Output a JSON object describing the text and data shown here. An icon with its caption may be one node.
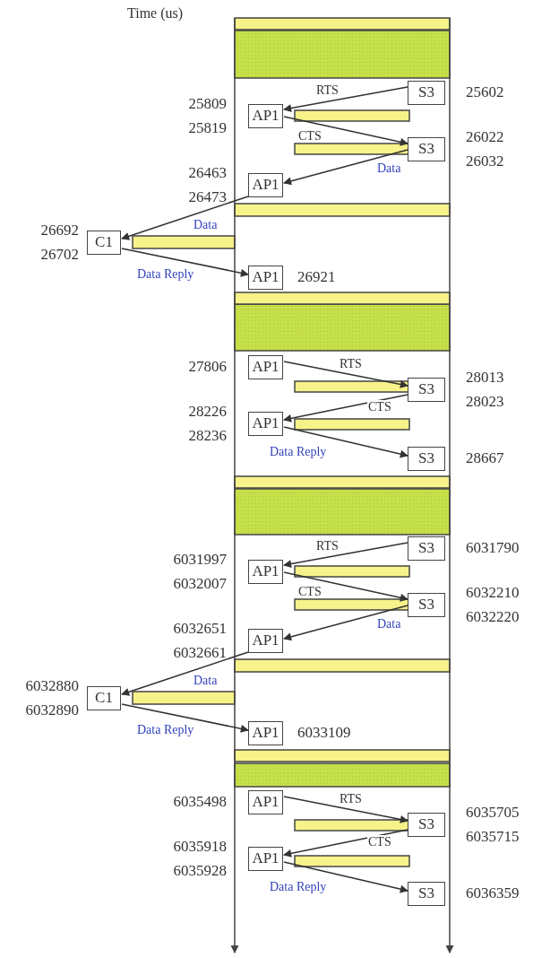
{
  "diagram": {
    "nodes": [
      {
        "text": [
          "S3"
        ],
        "beside": [
          "25602"
        ]
      },
      {
        "text": [
          "AP1"
        ],
        "beside": [
          "25809",
          "25819"
        ]
      },
      {
        "text": [
          "S3"
        ],
        "beside": [
          "26022",
          "26032"
        ]
      },
      {
        "text": [
          "AP1"
        ],
        "beside": [
          "26463",
          "26473"
        ]
      },
      {
        "text": [
          "C1"
        ],
        "beside": [
          "26692",
          "26702"
        ]
      },
      {
        "text": [
          "AP1"
        ],
        "beside": [
          "26921"
        ]
      },
      {
        "text": [
          "AP1"
        ],
        "beside": [
          "27806"
        ]
      },
      {
        "text": [
          "S3"
        ],
        "beside": [
          "28013",
          "28023"
        ]
      },
      {
        "text": [
          "AP1"
        ],
        "beside": [
          "28226",
          "28236"
        ]
      },
      {
        "text": [
          "S3"
        ],
        "beside": [
          "28667"
        ]
      },
      {
        "text": [
          "S3"
        ],
        "beside": [
          "6031790"
        ]
      },
      {
        "text": [
          "AP1"
        ],
        "beside": [
          "6031997",
          "6032007"
        ]
      },
      {
        "text": [
          "S3"
        ],
        "beside": [
          "6032210",
          "6032220"
        ]
      },
      {
        "text": [
          "AP1"
        ],
        "beside": [
          "6032651",
          "6032661"
        ]
      },
      {
        "text": [
          "C1"
        ],
        "beside": [
          "6032880",
          "6032890"
        ]
      },
      {
        "text": [
          "AP1"
        ],
        "beside": [
          "6033109"
        ]
      },
      {
        "text": [
          "AP1"
        ],
        "beside": [
          "6035498"
        ]
      },
      {
        "text": [
          "S3"
        ],
        "beside": [
          "6035705",
          "6035715"
        ]
      },
      {
        "text": [
          "AP1"
        ],
        "beside": [
          "6035918",
          "6035928"
        ]
      },
      {
        "text": [
          "S3"
        ],
        "beside": [
          "6036359"
        ]
      }
    ],
    "edges": [
      {
        "from": 0,
        "to": 1,
        "arrow": "to",
        "label": "RTS"
      },
      {
        "from": 1,
        "to": 2,
        "arrow": "to",
        "label": "CTS"
      },
      {
        "from": 2,
        "to": 3,
        "arrow": "to",
        "label": "Data"
      },
      {
        "from": 3,
        "to": 4,
        "arrow": "to",
        "label": "Data"
      },
      {
        "from": 4,
        "to": 5,
        "arrow": "to",
        "label": "Data Reply"
      },
      {
        "from": 6,
        "to": 7,
        "arrow": "to",
        "label": "RTS"
      },
      {
        "from": 7,
        "to": 8,
        "arrow": "to",
        "label": "CTS"
      },
      {
        "from": 8,
        "to": 9,
        "arrow": "to",
        "label": "Data Reply"
      },
      {
        "from": 10,
        "to": 11,
        "arrow": "to",
        "label": "RTS"
      },
      {
        "from": 11,
        "to": 12,
        "arrow": "to",
        "label": "CTS"
      },
      {
        "from": 12,
        "to": 13,
        "arrow": "to",
        "label": "Data"
      },
      {
        "from": 13,
        "to": 14,
        "arrow": "to",
        "label": "Data"
      },
      {
        "from": 14,
        "to": 15,
        "arrow": "to",
        "label": "Data Reply"
      },
      {
        "from": 16,
        "to": 17,
        "arrow": "to",
        "label": "RTS"
      },
      {
        "from": 17,
        "to": 18,
        "arrow": "to",
        "label": "CTS"
      },
      {
        "from": 18,
        "to": 19,
        "arrow": "to",
        "label": "Data Reply"
      }
    ],
    "labels": [
      "Time (us)"
    ]
  }
}
